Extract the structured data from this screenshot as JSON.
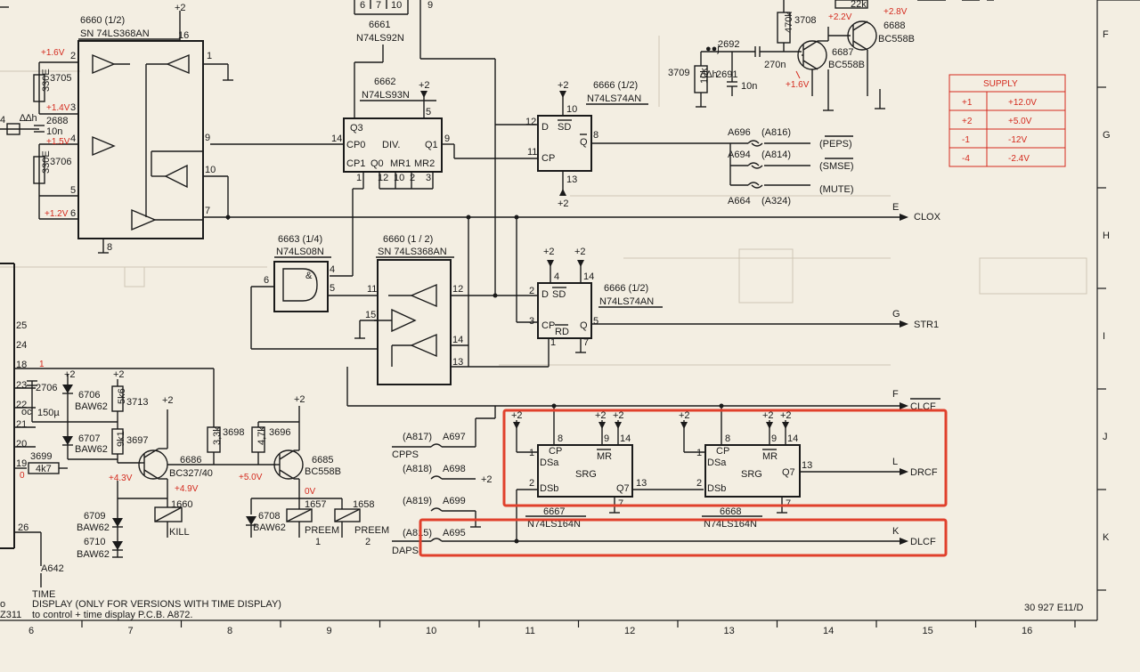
{
  "ic": {
    "u6660a_ref": "6660 (1/2)",
    "u6660a_part": "SN 74LS368AN",
    "u6661_ref": "6661",
    "u6661_part": "N74LS92N",
    "u6662_ref": "6662",
    "u6662_part": "N74LS93N",
    "u6662_div": "DIV.",
    "u6666a_ref": "6666 (1/2)",
    "u6666a_part": "N74LS74AN",
    "u6663_ref": "6663 (1/4)",
    "u6663_part": "N74LS08N",
    "u6660b_ref": "6660  (1 / 2)",
    "u6660b_part": "SN 74LS368AN",
    "u6666b_ref": "6666 (1/2)",
    "u6666b_part": "N74LS74AN",
    "u6667_ref": "6667",
    "u6667_part": "N74LS164N",
    "u6668_ref": "6668",
    "u6668_part": "N74LS164N",
    "srg": "SRG"
  },
  "pins": {
    "q3": "Q3",
    "cp0": "CP0",
    "cp1": "CP1",
    "q0": "Q0",
    "mr1": "MR1",
    "mr2": "MR2",
    "q1": "Q1",
    "d": "D",
    "sd": "SD",
    "q": "Q",
    "qbar": "Q",
    "cp": "CP",
    "rd": "RD",
    "dsa": "DSa",
    "dsb": "DSb",
    "mr": "MR",
    "q7": "Q7",
    "amp": "&",
    "n1": "1",
    "n2": "2",
    "n3": "3",
    "n4": "4",
    "n5": "5",
    "n6": "6",
    "n7": "7",
    "n8": "8",
    "n9": "9",
    "n10": "10",
    "n11": "11",
    "n12": "12",
    "n13": "13",
    "n14": "14",
    "n15": "15",
    "n16": "16",
    "n18": "18",
    "n19": "19",
    "n20": "20",
    "n21": "21",
    "n22": "22",
    "n23": "23",
    "n24": "24",
    "n25": "25",
    "n26": "26"
  },
  "supply_plus2": "+2",
  "components": {
    "r3705": "3705",
    "r3705v": "330E",
    "r3706": "3706",
    "r3706v": "330E",
    "c2688": "2688",
    "c2688v": "10n",
    "c2691": "2691",
    "c2691v": "10n",
    "c2692": "2692",
    "c2692v": "270n",
    "r3709": "3709",
    "r3709v": "10k",
    "r3708": "3708",
    "r3708v": "470k",
    "r22k": "22k",
    "t6687": "6687",
    "t6687p": "BC558B",
    "t6688": "6688",
    "t6688p": "BC558B",
    "c2706": "2706",
    "c2706v": "150µ",
    "c2706oc": "oc",
    "d6706": "6706",
    "d6706p": "BAW62",
    "d6707": "6707",
    "d6707p": "BAW62",
    "r3713": "3713",
    "r3713v": "5k6",
    "r3697": "3697",
    "r3697v": "9k1",
    "r3699": "3699",
    "r3699v": "4k7",
    "t6686": "6686",
    "t6686p": "BC327/40",
    "r3698": "3698",
    "r3698v": "3,3k",
    "r3696": "3696",
    "r3696v": "4,7k",
    "t6685": "6685",
    "t6685p": "BC558B",
    "rl1660": "1660",
    "kill": "KILL",
    "d6709": "6709",
    "d6709p": "BAW62",
    "d6710": "6710",
    "d6710p": "BAW62",
    "d6708": "6708",
    "d6708p": "BAW62",
    "rl1657": "1657",
    "preem1": "PREEM",
    "preem1n": "1",
    "rl1658": "1658",
    "preem2": "PREEM",
    "preem2n": "2",
    "c1_4": "4"
  },
  "voltages": {
    "v16": "+1.6V",
    "v14": "+1.4V",
    "v15": "+1.5V",
    "v12": "+1.2V",
    "v22": "+2.2V",
    "v28": "+2.8V",
    "v16b": "+1.6V",
    "v43": "+4.3V",
    "v49": "+4.9V",
    "v50": "+5.0V",
    "v0": "0V",
    "one": "1",
    "zero": "0"
  },
  "connectors": {
    "a696": "A696",
    "a816": "(A816)",
    "peps": "(PEPS)",
    "a694": "A694",
    "a814": "(A814)",
    "smse": "(SMSE)",
    "a664": "A664",
    "a324": "(A324)",
    "mute": "(MUTE)",
    "a817": "(A817)",
    "a697": "A697",
    "cpps": "CPPS",
    "a818": "(A818)",
    "a698": "A698",
    "a819": "(A819)",
    "a699": "A699",
    "a815": "(A815)",
    "a695": "A695",
    "daps": "DAPS",
    "a642": "A642",
    "time": "TIME"
  },
  "signals": {
    "e": "E",
    "clox": "CLOX",
    "g": "G",
    "str1": "STR1",
    "f": "F",
    "clcf": "CLCF",
    "l": "L",
    "drcf": "DRCF",
    "k": "K",
    "dlcf": "DLCF"
  },
  "supply_table": {
    "title": "SUPPLY",
    "rows": [
      {
        "rail": "+1",
        "value": "+12.0V"
      },
      {
        "rail": "+2",
        "value": "+5.0V"
      },
      {
        "rail": "-1",
        "value": "-12V"
      },
      {
        "rail": "-4",
        "value": "-2.4V"
      }
    ]
  },
  "footer": {
    "note1": "DISPLAY (ONLY FOR VERSIONS WITH TIME DISPLAY)",
    "note2": "to control + time display P.C.B. A872.",
    "left1": "o",
    "left2": "Z311",
    "docref": "30 927 E11/D"
  },
  "grid": {
    "cols": [
      "6",
      "7",
      "8",
      "9",
      "10",
      "11",
      "12",
      "13",
      "14",
      "15",
      "16"
    ],
    "rows": [
      "F",
      "G",
      "H",
      "I",
      "J",
      "K"
    ]
  }
}
